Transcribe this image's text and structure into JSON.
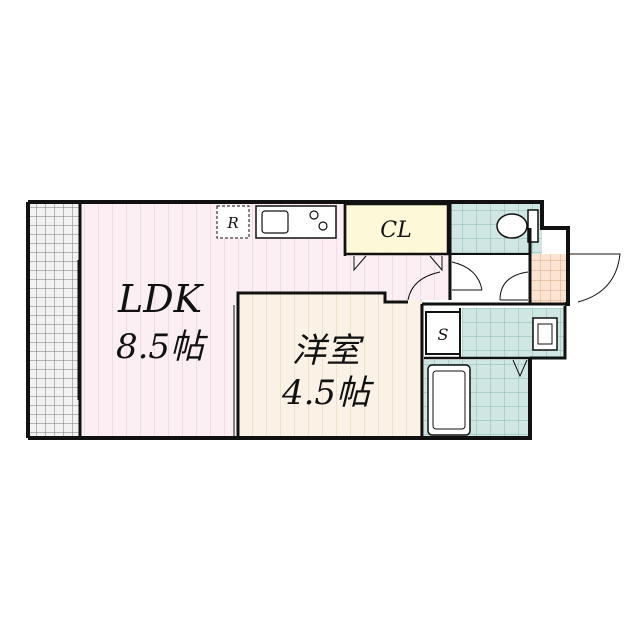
{
  "rooms": {
    "ldk": {
      "name": "LDK",
      "size": "8.5帖"
    },
    "western": {
      "name": "洋室",
      "size": "4.5帖"
    },
    "closet": {
      "name": "CL"
    },
    "refrigerator": {
      "name": "R"
    },
    "storage": {
      "name": "S"
    }
  },
  "colors": {
    "ldk_floor": "#fbeff3",
    "western_floor": "#faf2e6",
    "closet_floor": "#fcf8d8",
    "wet_tile": "#cfe6e2",
    "entry_tile": "#fbe4d2",
    "balcony_grid": "#cfcfcf",
    "wall": "#111111"
  }
}
